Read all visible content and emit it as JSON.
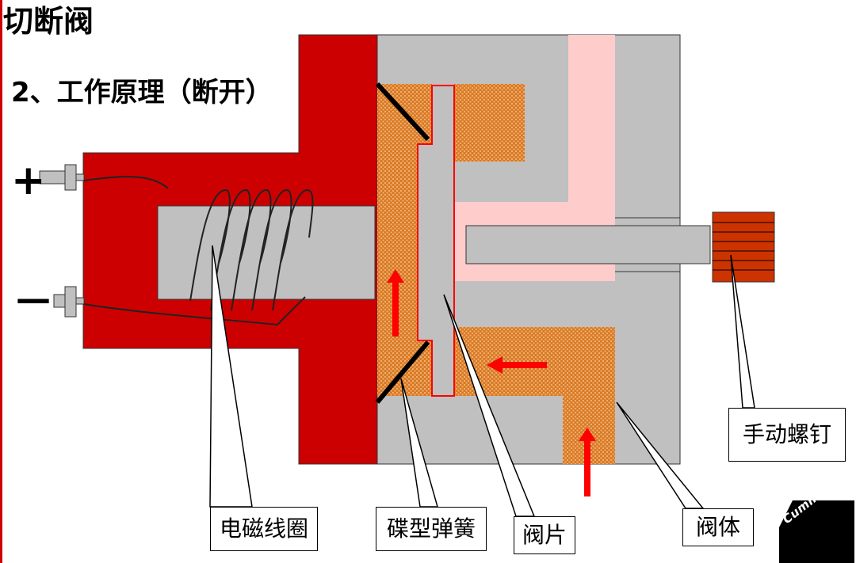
{
  "title": "切断阀",
  "subtitle": "2、工作原理（断开）",
  "terminals": {
    "plus": "+",
    "minus": "—"
  },
  "labels": {
    "coil": "电磁线圈",
    "spring": "碟型弹簧",
    "disc": "阀片",
    "body": "阀体",
    "screw": "手动螺钉"
  },
  "logo": {
    "text": "Cummins",
    "icon": "cummins-logo"
  },
  "colors": {
    "housing": "#cc0000",
    "valve_body": "#c0c0c0",
    "flow_area": "#d97a26",
    "pink_channel": "#ffcccc",
    "screw": "#cc3300",
    "arrow": "#ff0000"
  }
}
